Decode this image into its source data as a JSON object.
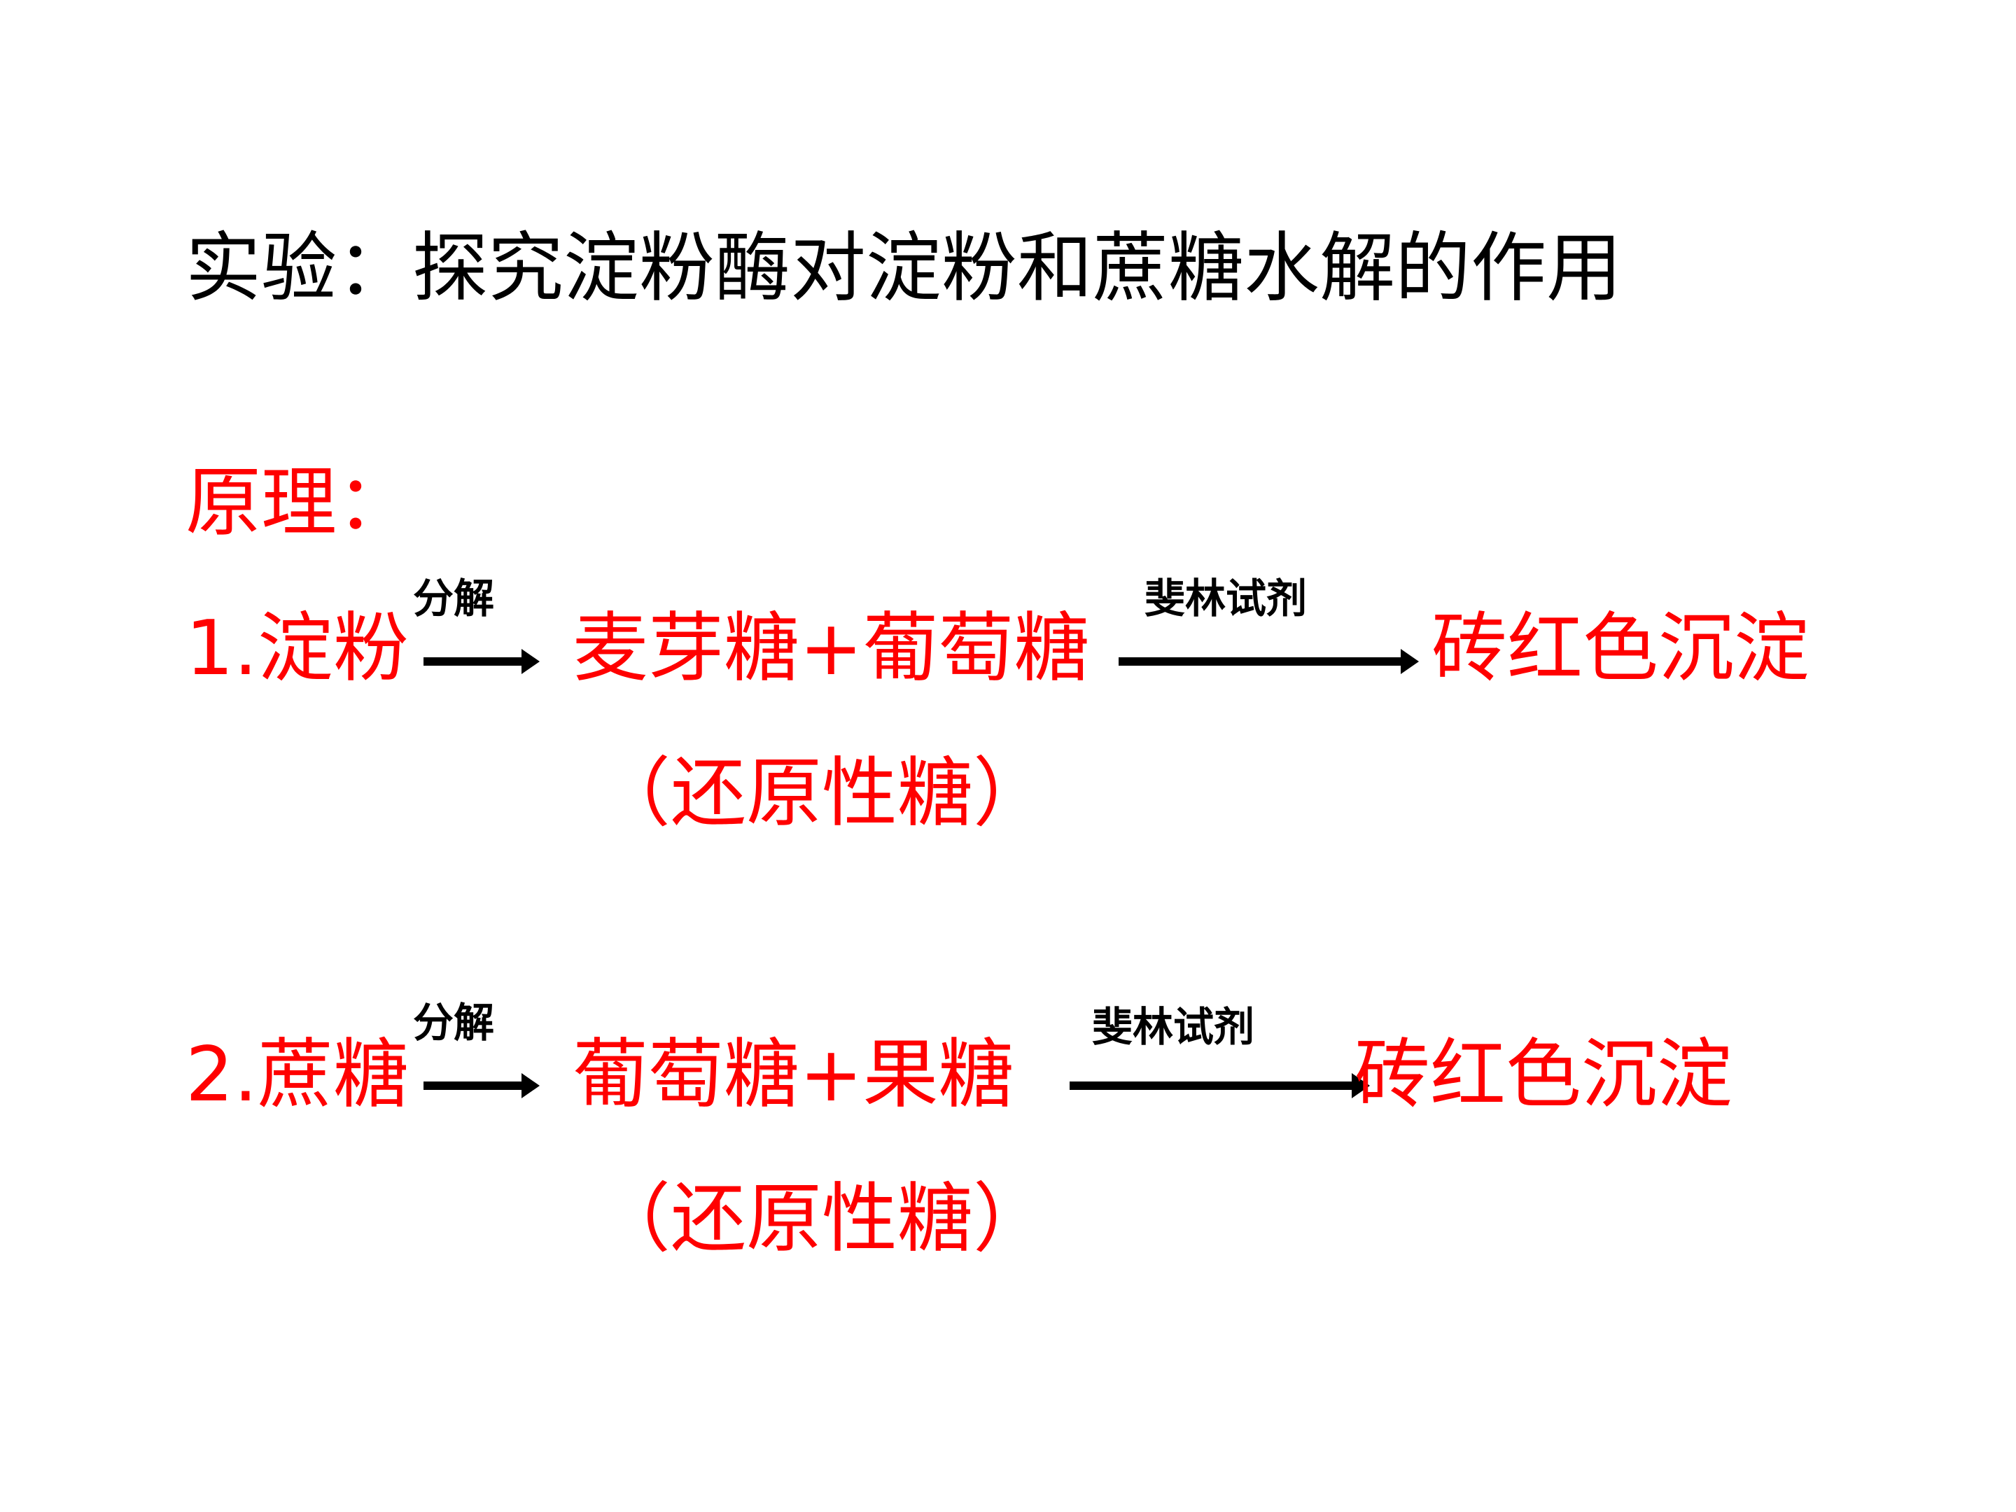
{
  "title": "实验：探究淀粉酶对淀粉和蔗糖水解的作用",
  "principle_label": "原理：",
  "colors": {
    "title": "#000000",
    "accent": "#ff0000"
  },
  "reaction1": {
    "reactant": "1.淀粉",
    "step1_label": "分解",
    "product": "麦芽糖+葡萄糖",
    "step2_label": "斐林试剂",
    "result": "砖红色沉淀",
    "note": "（还原性糖）"
  },
  "reaction2": {
    "reactant": "2.蔗糖",
    "step1_label": "分解",
    "product": "葡萄糖+果糖",
    "step2_label": "斐林试剂",
    "result": "砖红色沉淀",
    "note": "（还原性糖）"
  }
}
